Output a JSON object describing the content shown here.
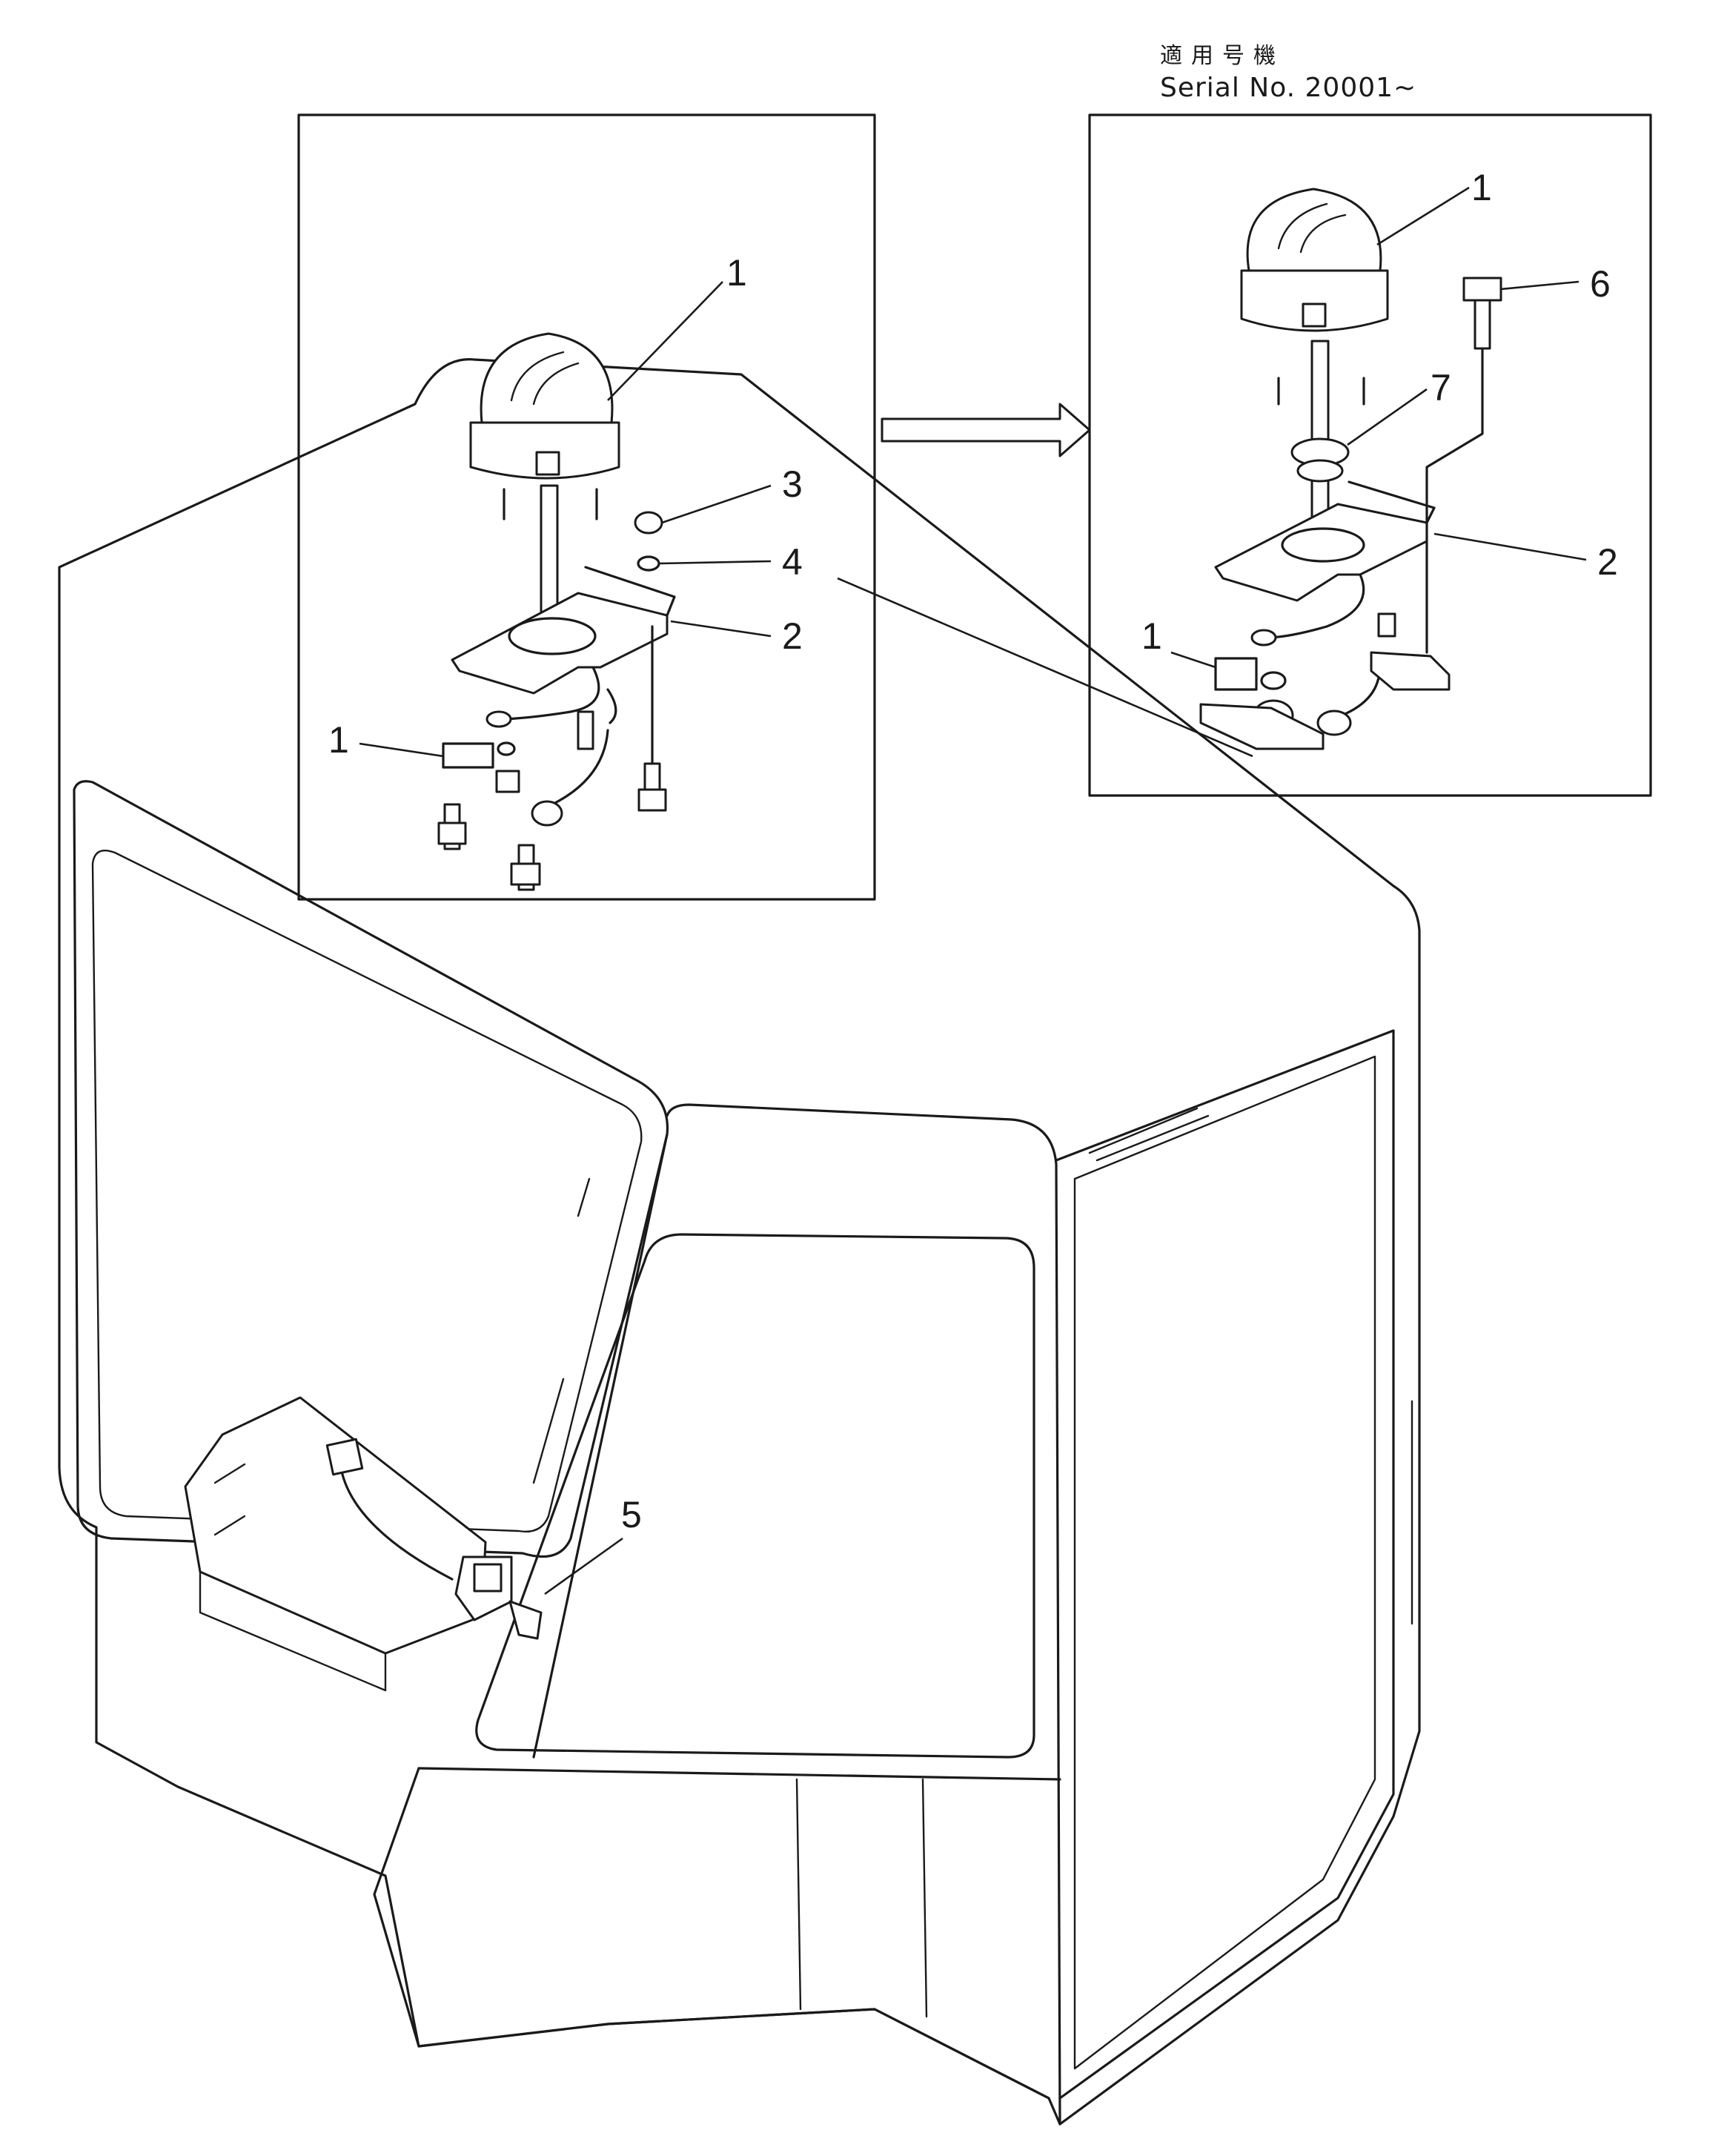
{
  "header": {
    "applicable_label": "適用号機",
    "serial_label": "Serial No. 20001~"
  },
  "callouts": {
    "left": {
      "lamp": "1",
      "nut": "3",
      "washer": "4",
      "bracket": "2",
      "lamp_parts": "1"
    },
    "right": {
      "lamp": "1",
      "bolt": "6",
      "grommet": "7",
      "bracket": "2",
      "lamp_parts": "1"
    },
    "switch": "5"
  },
  "icons": {
    "transition_arrow": "right-arrow-icon"
  }
}
